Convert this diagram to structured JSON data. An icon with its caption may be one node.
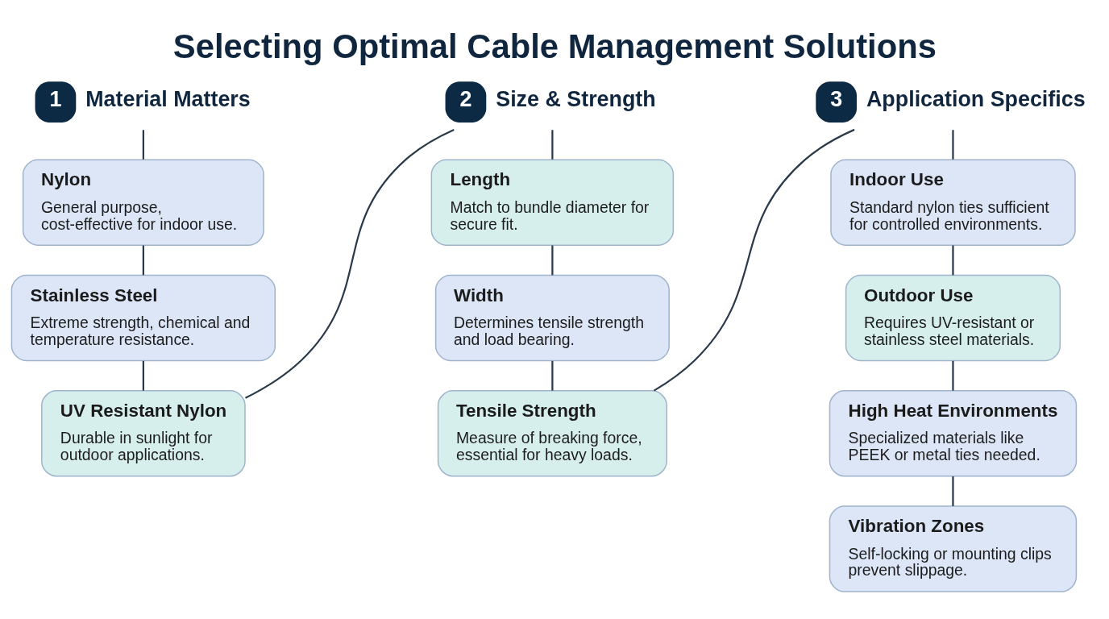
{
  "diagram": {
    "title": "Selecting Optimal Cable Management Solutions",
    "nodes": [
      {
        "text": [
          "1",
          "Material Matters"
        ]
      },
      {
        "text": [
          "Nylon",
          "General purpose, cost-effective for indoor use."
        ]
      },
      {
        "text": [
          "Stainless Steel",
          "Extreme strength, chemical and temperature resistance."
        ]
      },
      {
        "text": [
          "UV Resistant Nylon",
          "Durable in sunlight for outdoor applications."
        ]
      },
      {
        "text": [
          "2",
          "Size & Strength"
        ]
      },
      {
        "text": [
          "Length",
          "Match to bundle diameter for secure fit."
        ]
      },
      {
        "text": [
          "Width",
          "Determines tensile strength and load bearing."
        ]
      },
      {
        "text": [
          "Tensile Strength",
          "Measure of breaking force, essential for heavy loads."
        ]
      },
      {
        "text": [
          "3",
          "Application Specifics"
        ]
      },
      {
        "text": [
          "Indoor Use",
          "Standard nylon ties sufficient for controlled environments."
        ]
      },
      {
        "text": [
          "Outdoor Use",
          "Requires UV-resistant or stainless steel materials."
        ]
      },
      {
        "text": [
          "High Heat Environments",
          "Specialized materials like PEEK or metal ties needed."
        ]
      },
      {
        "text": [
          "Vibration Zones",
          "Self-locking or mounting clips prevent slippage."
        ]
      }
    ],
    "edges": [
      {
        "from": 0,
        "to": 1,
        "arrow": "none"
      },
      {
        "from": 1,
        "to": 2,
        "arrow": "none"
      },
      {
        "from": 2,
        "to": 3,
        "arrow": "none"
      },
      {
        "from": 3,
        "to": 4,
        "arrow": "none"
      },
      {
        "from": 4,
        "to": 5,
        "arrow": "none"
      },
      {
        "from": 5,
        "to": 6,
        "arrow": "none"
      },
      {
        "from": 6,
        "to": 7,
        "arrow": "none"
      },
      {
        "from": 7,
        "to": 8,
        "arrow": "none"
      },
      {
        "from": 8,
        "to": 9,
        "arrow": "none"
      },
      {
        "from": 9,
        "to": 10,
        "arrow": "none"
      },
      {
        "from": 10,
        "to": 11,
        "arrow": "none"
      },
      {
        "from": 11,
        "to": 12,
        "arrow": "none"
      }
    ]
  }
}
